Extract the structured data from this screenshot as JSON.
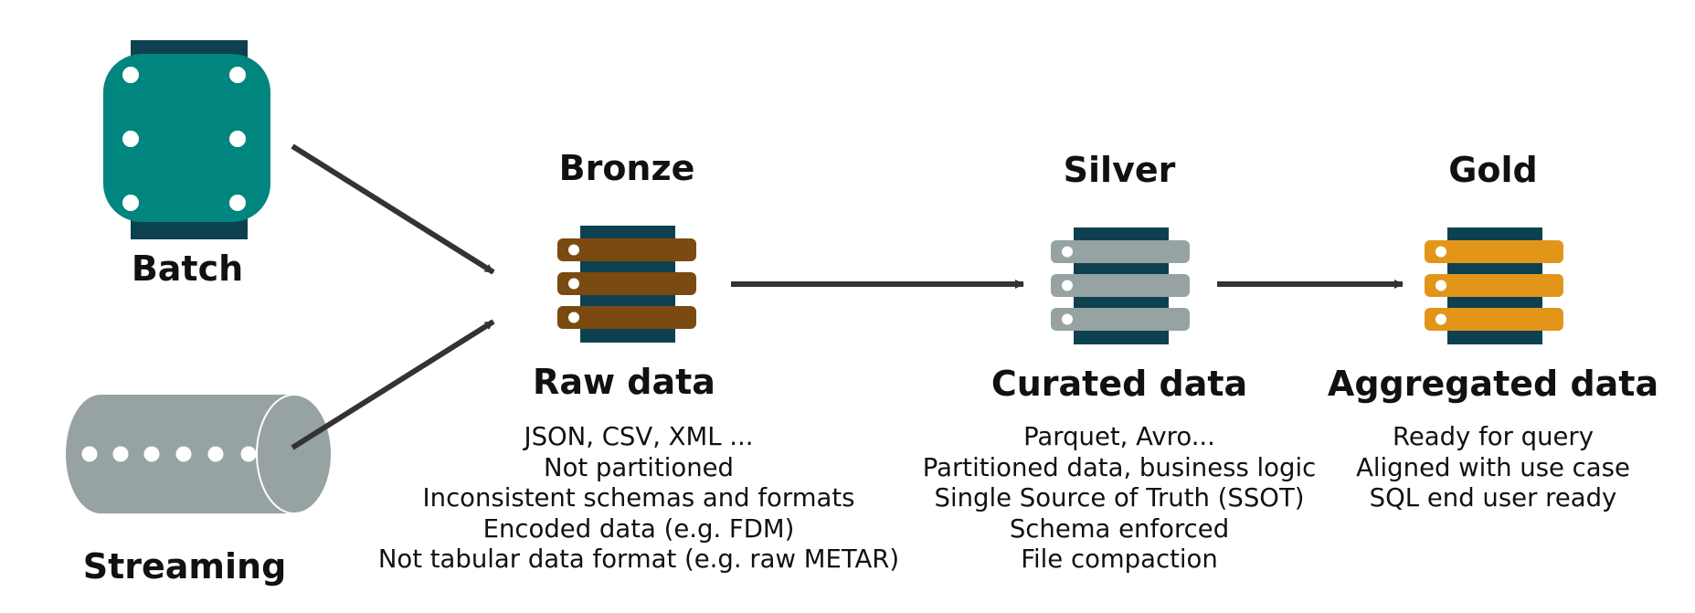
{
  "colors": {
    "bronze": "#7a4a10",
    "silver": "#97a2a2",
    "gold": "#e3951a",
    "batch": "#00857f",
    "dark_navy": "#0e4150",
    "arrow": "#333333"
  },
  "sources": {
    "batch": {
      "label": "Batch",
      "icon": "batch-file-icon"
    },
    "streaming": {
      "label": "Streaming",
      "icon": "stream-cylinder-icon"
    }
  },
  "stages": {
    "bronze": {
      "title": "Bronze",
      "subtitle": "Raw data",
      "icon": "server-stack-icon",
      "lines": [
        "JSON, CSV, XML ...",
        "Not partitioned",
        "Inconsistent schemas and formats",
        "Encoded data (e.g. FDM)",
        "Not tabular data format (e.g. raw METAR)"
      ]
    },
    "silver": {
      "title": "Silver",
      "subtitle": "Curated data",
      "icon": "server-stack-icon",
      "lines": [
        "Parquet, Avro...",
        "Partitioned data, business logic",
        "Single Source of Truth (SSOT)",
        "Schema enforced",
        "File compaction"
      ]
    },
    "gold": {
      "title": "Gold",
      "subtitle": "Aggregated data",
      "icon": "server-stack-icon",
      "lines": [
        "Ready for query",
        "Aligned with use case",
        "SQL end user ready"
      ]
    }
  }
}
